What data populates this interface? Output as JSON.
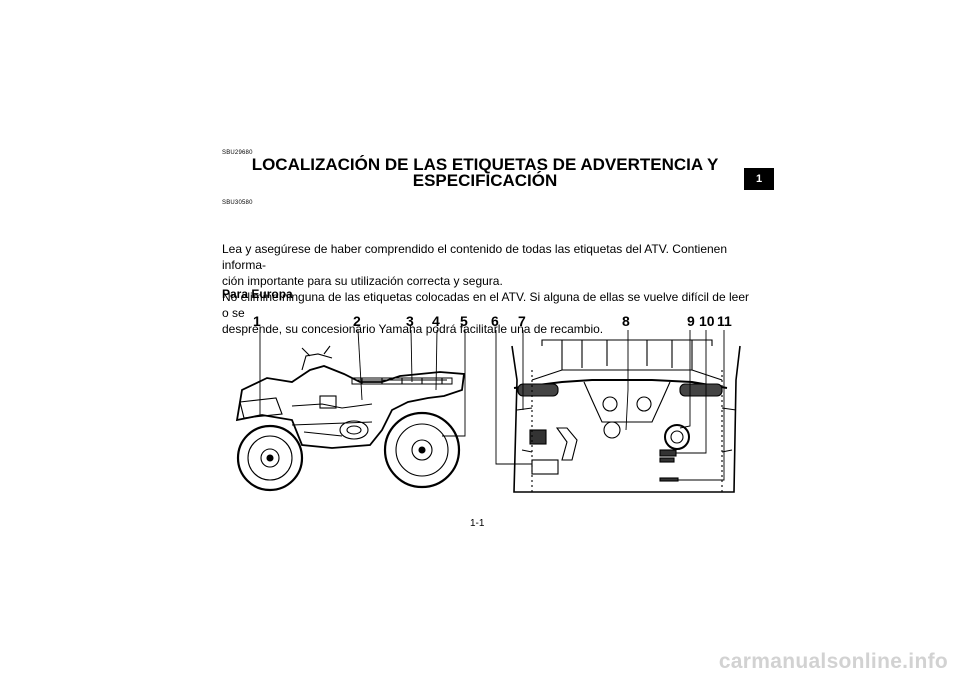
{
  "header": {
    "code1": "SBU29680",
    "code2": "SBU30580"
  },
  "title": {
    "line1": "LOCALIZACIÓN DE LAS ETIQUETAS DE ADVERTENCIA Y",
    "line2": "ESPECIFICACIÓN"
  },
  "body": {
    "paragraph1_line1": "Lea y asegúrese de haber comprendido el contenido de todas las etiquetas del ATV. Contienen informa-",
    "paragraph1_line2": "ción importante para su utilización correcta y segura.",
    "paragraph2_line1": "No elimine ninguna de las etiquetas colocadas en el ATV. Si alguna de ellas se vuelve difícil de leer o se",
    "paragraph2_line2": "desprende, su concesionario Yamaha podrá facilitarle una de recambio."
  },
  "subheading": "Para Europa",
  "chapter_tab": "1",
  "page_number": "1-1",
  "callouts": [
    "1",
    "2",
    "3",
    "4",
    "5",
    "6",
    "7",
    "8",
    "9",
    "10",
    "11"
  ],
  "watermark": "carmanualsonline.info"
}
